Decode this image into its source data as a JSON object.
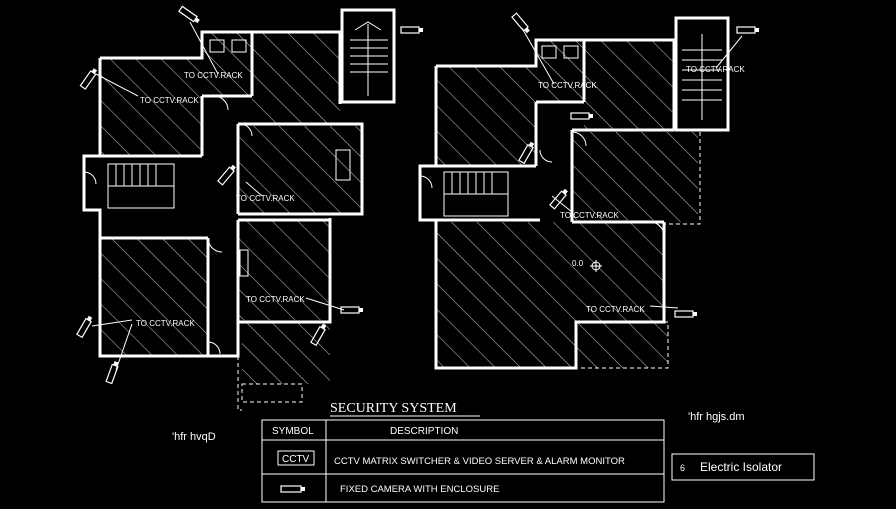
{
  "drawing": {
    "title": "SECURITY SYSTEM",
    "note_left": "'hfr hvqD",
    "note_right": "'hfr hgjs.dm",
    "rack_label": "TO CCTV.RACK",
    "level_mark": "0.0"
  },
  "legend": {
    "col_symbol": "SYMBOL",
    "col_description": "DESCRIPTION",
    "row1_symbol": "CCTV",
    "row1_desc": "CCTV MATRIX SWITCHER & VIDEO SERVER & ALARM MONITOR",
    "row2_desc": "FIXED CAMERA WITH ENCLOSURE",
    "isolator_symbol": "6",
    "isolator_label": "Electric Isolator"
  },
  "colors": {
    "background": "#000000",
    "lines": "#ffffff"
  }
}
